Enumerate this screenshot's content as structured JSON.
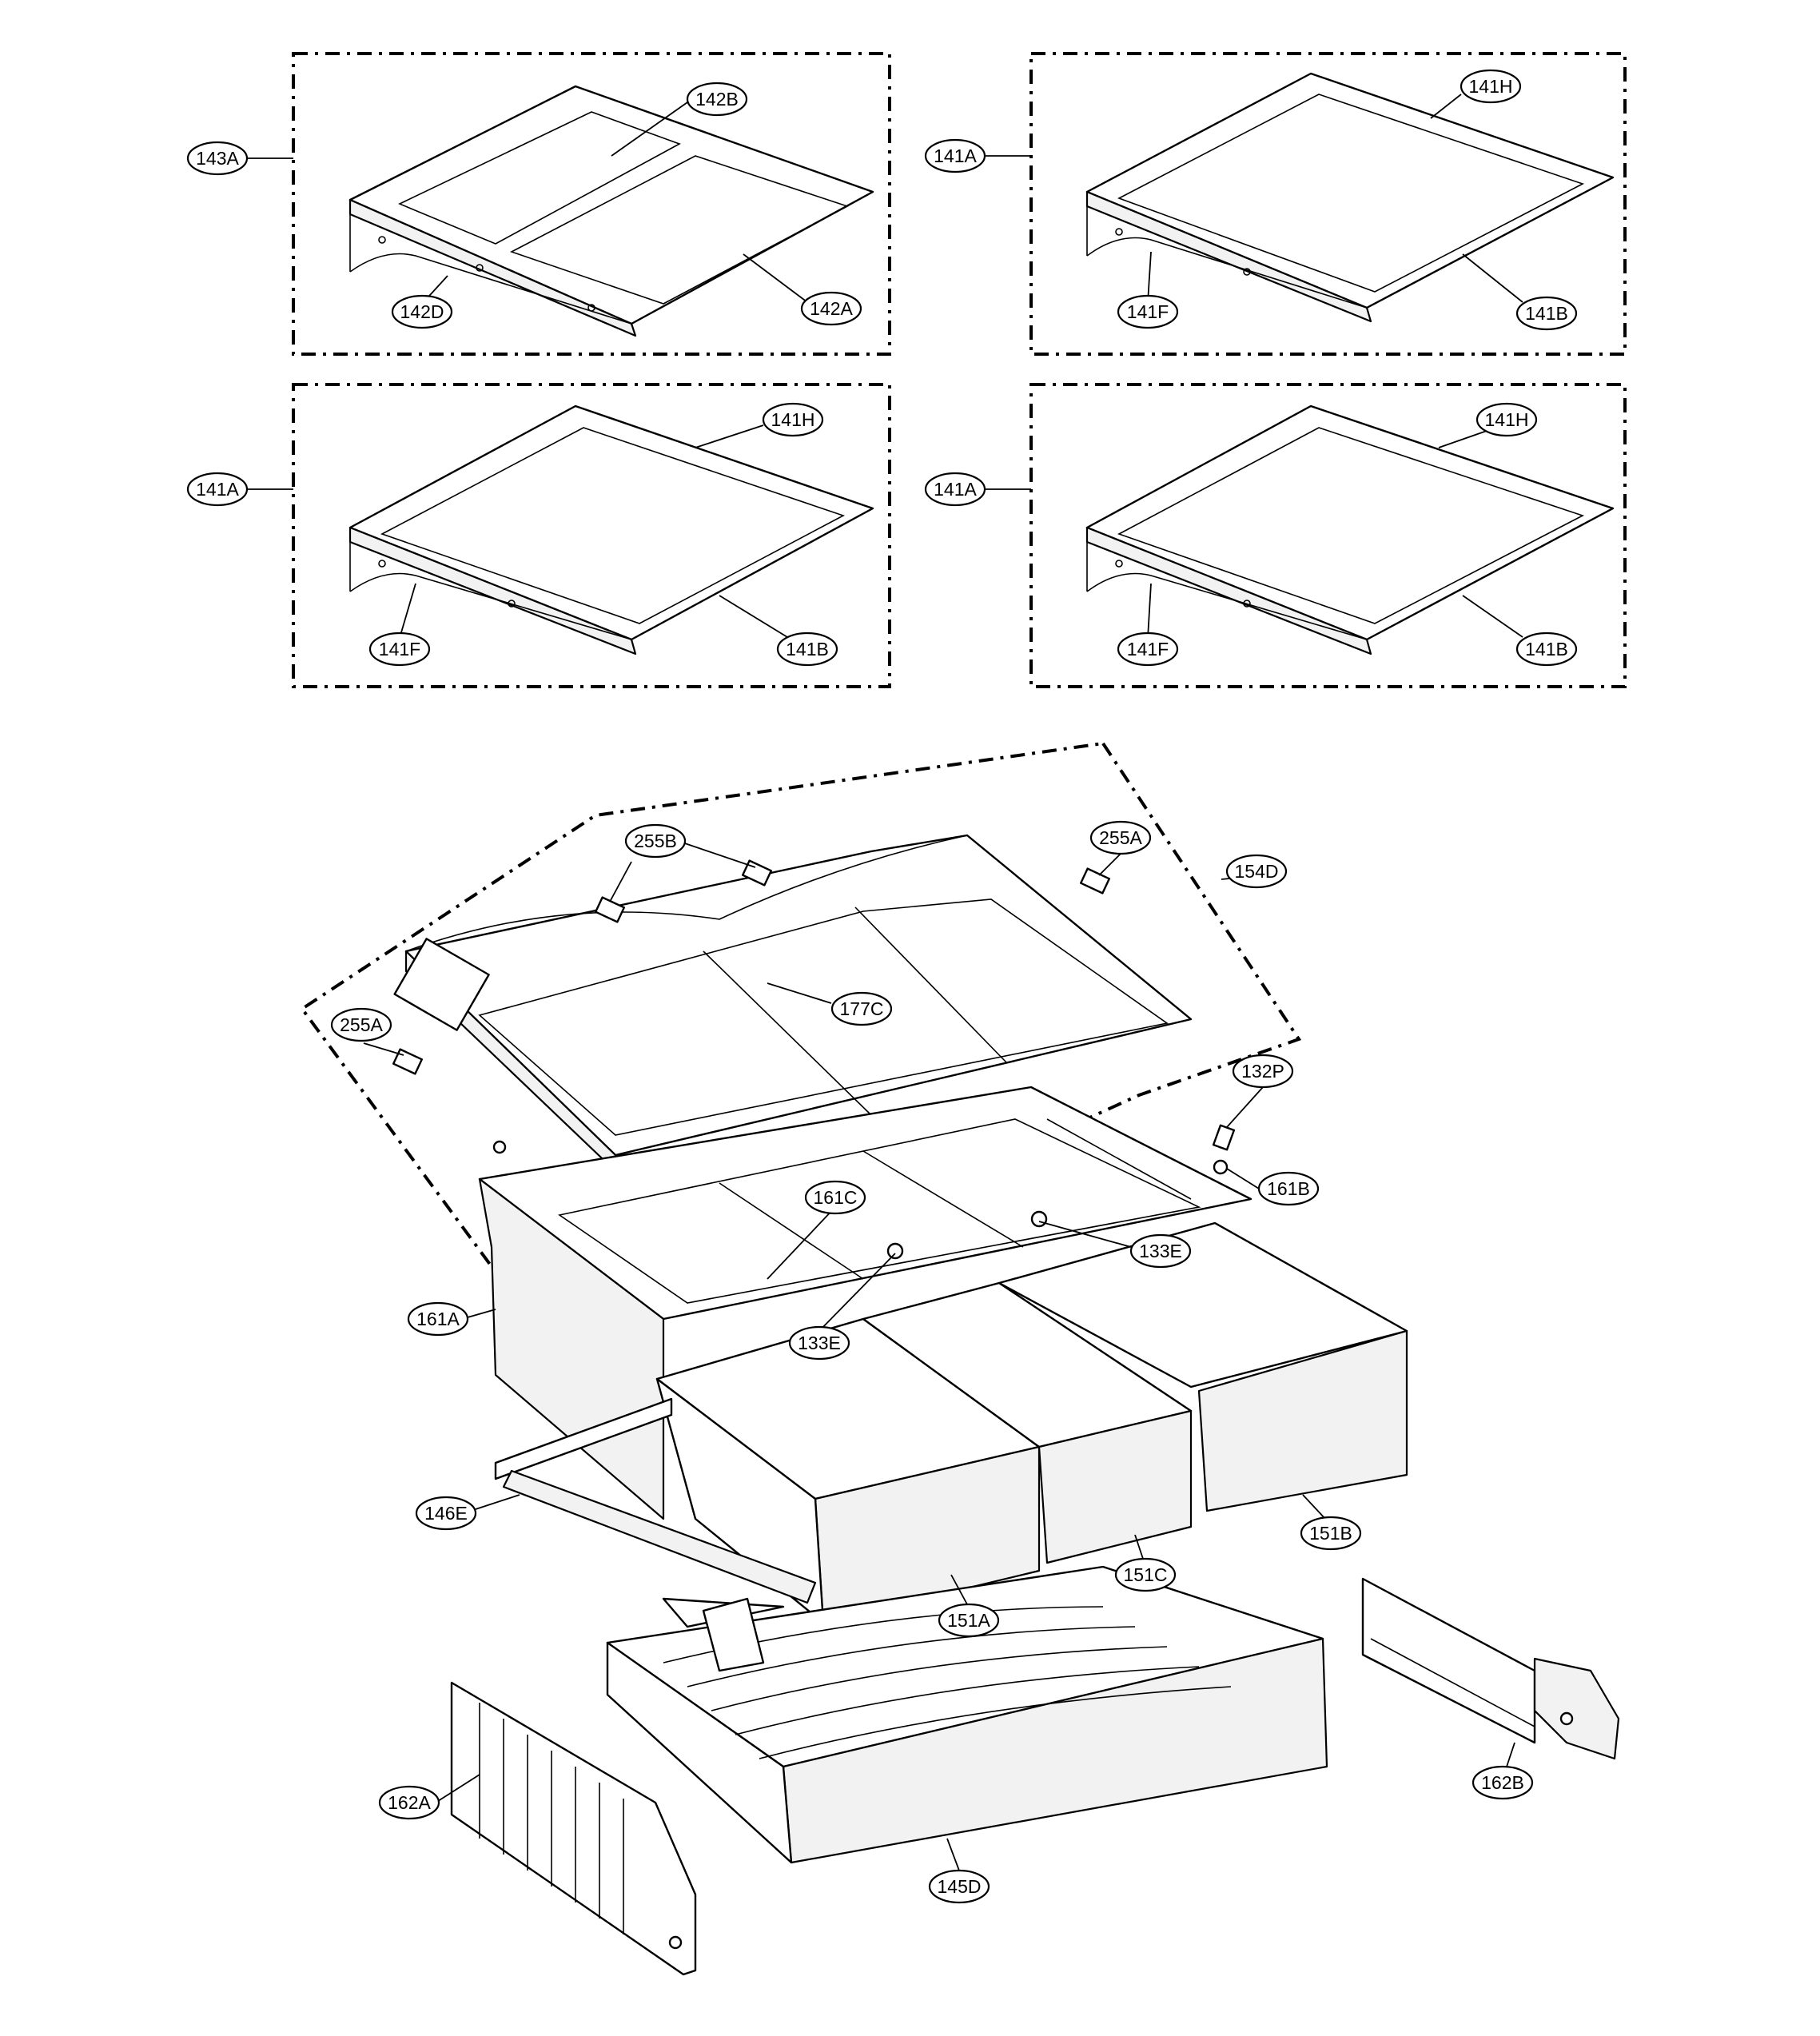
{
  "diagram": {
    "colors": {
      "line": "#000000",
      "background": "#ffffff"
    },
    "callouts": [
      {
        "id": "c-143a",
        "label": "143A"
      },
      {
        "id": "c-142b",
        "label": "142B"
      },
      {
        "id": "c-142d",
        "label": "142D"
      },
      {
        "id": "c-142a",
        "label": "142A"
      },
      {
        "id": "c-141a-1",
        "label": "141A"
      },
      {
        "id": "c-141h-1",
        "label": "141H"
      },
      {
        "id": "c-141f-1",
        "label": "141F"
      },
      {
        "id": "c-141b-1",
        "label": "141B"
      },
      {
        "id": "c-141a-2",
        "label": "141A"
      },
      {
        "id": "c-141h-2",
        "label": "141H"
      },
      {
        "id": "c-141f-2",
        "label": "141F"
      },
      {
        "id": "c-141b-2",
        "label": "141B"
      },
      {
        "id": "c-141a-3",
        "label": "141A"
      },
      {
        "id": "c-141h-3",
        "label": "141H"
      },
      {
        "id": "c-141f-3",
        "label": "141F"
      },
      {
        "id": "c-141b-3",
        "label": "141B"
      },
      {
        "id": "c-255b",
        "label": "255B"
      },
      {
        "id": "c-255a-1",
        "label": "255A"
      },
      {
        "id": "c-154d",
        "label": "154D"
      },
      {
        "id": "c-177c",
        "label": "177C"
      },
      {
        "id": "c-255a-2",
        "label": "255A"
      },
      {
        "id": "c-132p",
        "label": "132P"
      },
      {
        "id": "c-161b",
        "label": "161B"
      },
      {
        "id": "c-161c",
        "label": "161C"
      },
      {
        "id": "c-133e-1",
        "label": "133E"
      },
      {
        "id": "c-161a",
        "label": "161A"
      },
      {
        "id": "c-133e-2",
        "label": "133E"
      },
      {
        "id": "c-146e",
        "label": "146E"
      },
      {
        "id": "c-151b",
        "label": "151B"
      },
      {
        "id": "c-151c",
        "label": "151C"
      },
      {
        "id": "c-151a",
        "label": "151A"
      },
      {
        "id": "c-162b",
        "label": "162B"
      },
      {
        "id": "c-162a",
        "label": "162A"
      },
      {
        "id": "c-145d",
        "label": "145D"
      }
    ]
  }
}
